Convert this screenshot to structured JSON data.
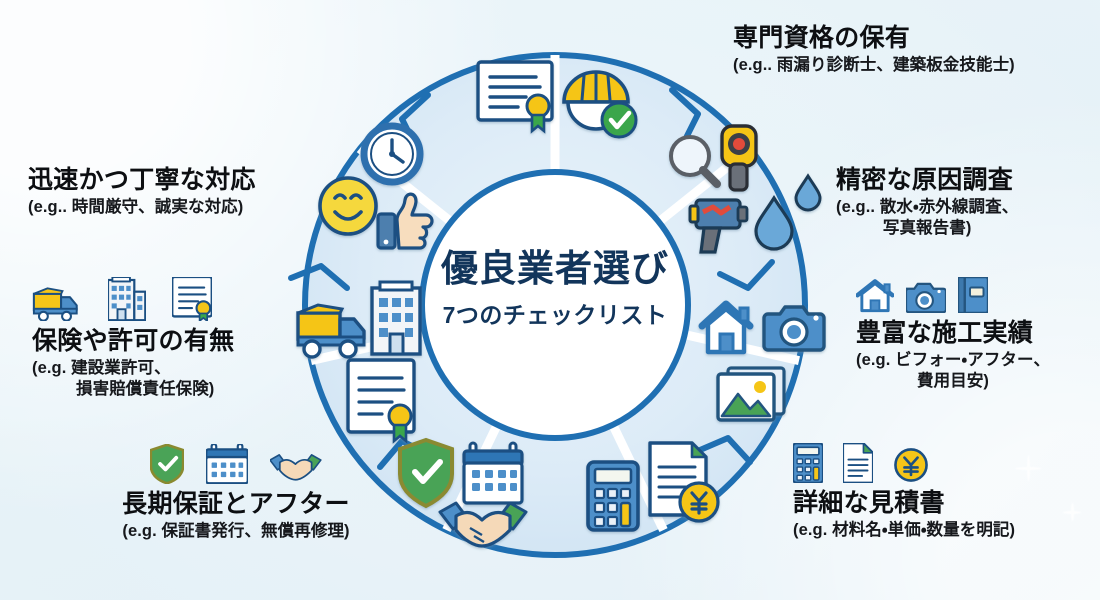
{
  "theme": {
    "ring_stroke": "#1f6fb2",
    "segment_fill_light": "#dbeaf6",
    "segment_fill_lighter": "#e7f1f9",
    "center_fill": "#ffffff",
    "title_color": "#12355b",
    "label_color": "#0d0f12",
    "accent_yellow": "#f5c518",
    "accent_green": "#3aa64c",
    "accent_blue": "#2f76b5",
    "background": "#e8f2f8"
  },
  "center": {
    "title": "優良業者選び",
    "subtitle": "7つのチェックリスト"
  },
  "segments": [
    {
      "id": "qualification",
      "title": "専門資格の保有",
      "example_lines": [
        "(e.g.. 雨漏り診断士、建築板金技能士)"
      ],
      "inner_icons": [
        "certificate-icon",
        "hard-hat-check-icon"
      ],
      "outer_icons": []
    },
    {
      "id": "investigation",
      "title": "精密な原因調査",
      "example_lines": [
        "(e.g.. 散水・赤外線調査、",
        "写真報告書)"
      ],
      "inner_icons": [
        "magnifier-icon",
        "thermal-detector-icon",
        "infrared-gun-icon",
        "water-drop-icon"
      ],
      "outer_icons": []
    },
    {
      "id": "track-record",
      "title": "豊富な施工実績",
      "example_lines": [
        "(e.g. ビフォー・アフター、",
        "費用目安)"
      ],
      "inner_icons": [
        "house-icon",
        "camera-icon",
        "photo-stack-icon"
      ],
      "outer_icons": [
        "house-icon",
        "camera-icon",
        "album-icon"
      ]
    },
    {
      "id": "estimate",
      "title": "詳細な見積書",
      "example_lines": [
        "(e.g. 材料名・単価・数量を明記)"
      ],
      "inner_icons": [
        "calculator-icon",
        "invoice-yen-icon"
      ],
      "outer_icons": [
        "calculator-icon",
        "document-icon",
        "yen-coin-icon"
      ]
    },
    {
      "id": "warranty",
      "title": "長期保証とアフター",
      "example_lines": [
        "(e.g. 保証書発行、無償再修理)"
      ],
      "inner_icons": [
        "shield-check-icon",
        "calendar-icon",
        "handshake-icon"
      ],
      "outer_icons": [
        "shield-check-icon",
        "calendar-icon",
        "handshake-icon"
      ]
    },
    {
      "id": "insurance",
      "title": "保険や許可の有無",
      "example_lines": [
        "(e.g. 建設業許可、",
        "損害賠償責任保険)"
      ],
      "inner_icons": [
        "truck-icon",
        "building-icon",
        "certificate-icon"
      ],
      "outer_icons": [
        "truck-icon",
        "building-icon",
        "certificate-icon"
      ]
    },
    {
      "id": "responsiveness",
      "title": "迅速かつ丁寧な対応",
      "example_lines": [
        "(e.g.. 時間厳守、誠実な対応)"
      ],
      "inner_icons": [
        "clock-icon",
        "smiley-icon",
        "thumbs-up-icon"
      ],
      "outer_icons": []
    }
  ]
}
